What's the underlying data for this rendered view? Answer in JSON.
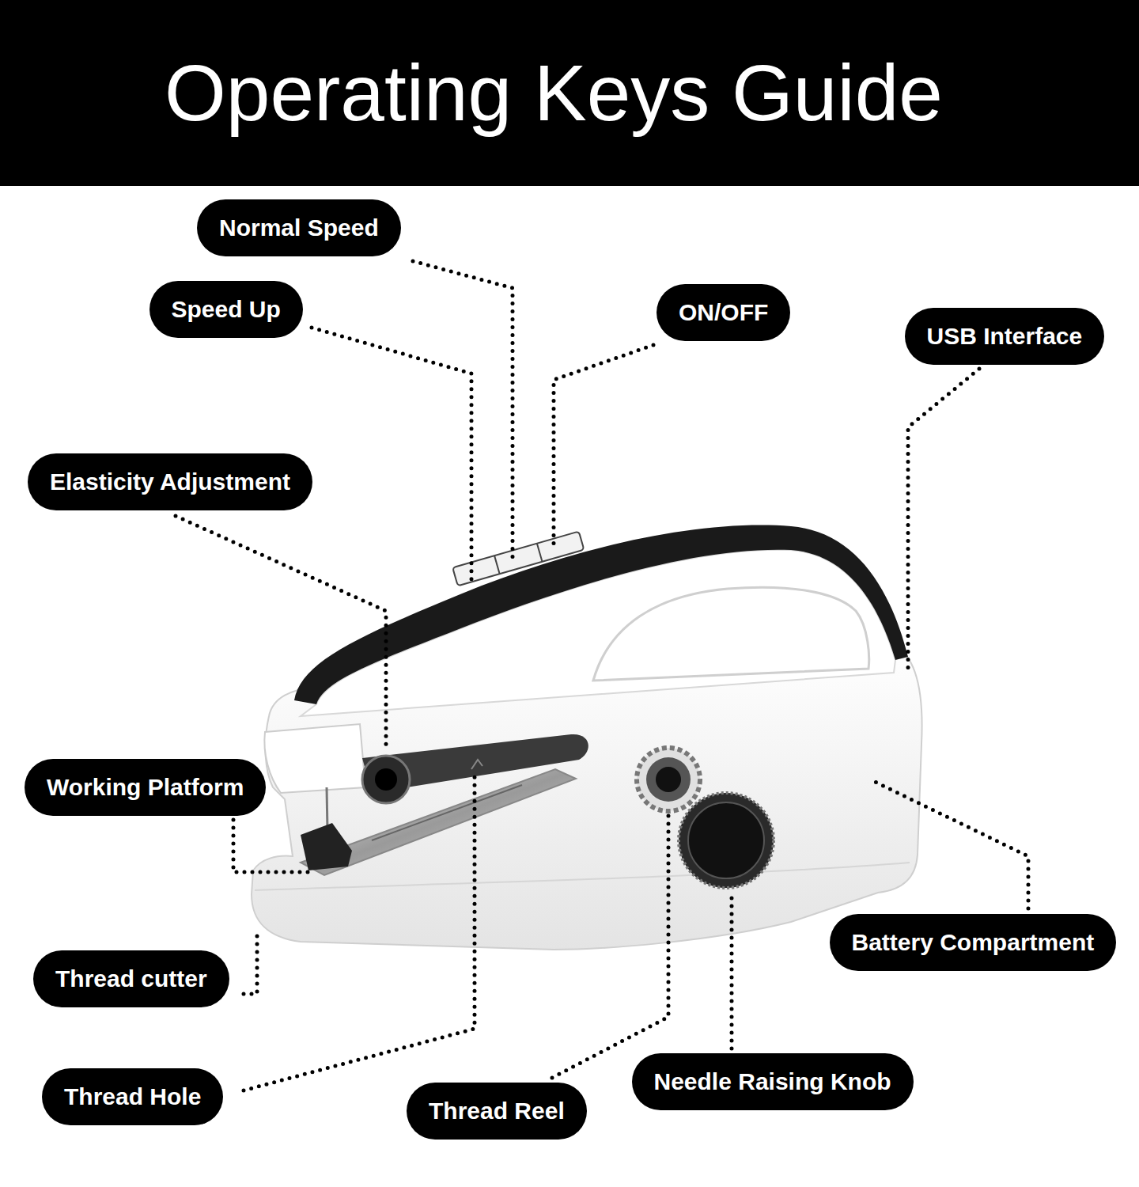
{
  "diagram": {
    "title": "Operating Keys Guide",
    "nodes": [
      {
        "text": [
          "Normal Speed"
        ]
      },
      {
        "text": [
          "Speed Up"
        ]
      },
      {
        "text": [
          "ON/OFF"
        ]
      },
      {
        "text": [
          "USB Interface"
        ]
      },
      {
        "text": [
          "Elasticity Adjustment"
        ]
      },
      {
        "text": [
          "Working Platform"
        ]
      },
      {
        "text": [
          "Battery Compartment"
        ]
      },
      {
        "text": [
          "Thread cutter"
        ]
      },
      {
        "text": [
          "Needle Raising Knob"
        ]
      },
      {
        "text": [
          "Thread Hole"
        ]
      },
      {
        "text": [
          "Thread Reel"
        ]
      }
    ]
  }
}
